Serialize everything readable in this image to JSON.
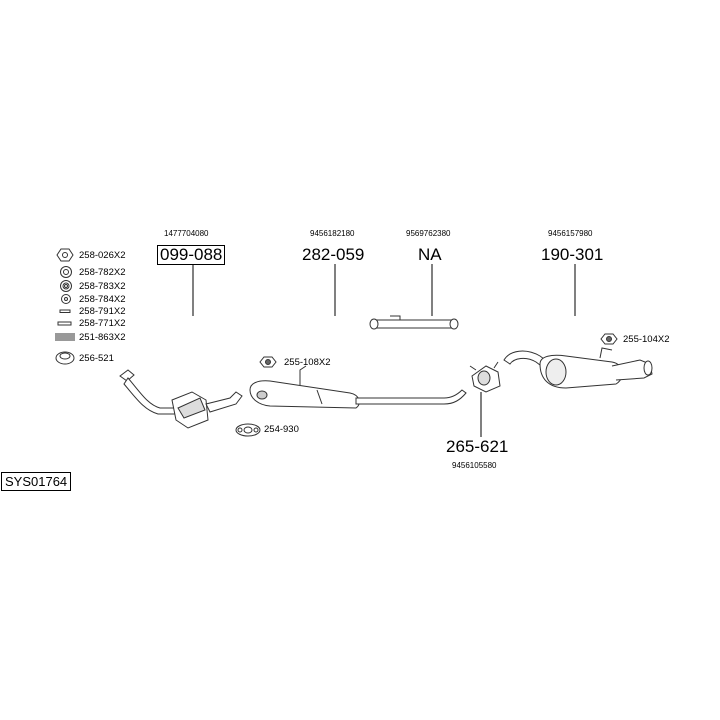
{
  "diagram_id": "SYS01764",
  "parts": [
    {
      "number": "099-088",
      "oem": "1477704080",
      "boxed": true
    },
    {
      "number": "282-059",
      "oem": "9456182180",
      "boxed": false
    },
    {
      "number": "NA",
      "oem": "9569762380",
      "boxed": false
    },
    {
      "number": "190-301",
      "oem": "9456157980",
      "boxed": false
    },
    {
      "number": "265-621",
      "oem": "9456105580",
      "boxed": false
    }
  ],
  "legend": [
    {
      "code": "258-026X2",
      "icon": "nut-icon"
    },
    {
      "code": "258-782X2",
      "icon": "spring-washer-icon"
    },
    {
      "code": "258-783X2",
      "icon": "spring-washer-icon"
    },
    {
      "code": "258-784X2",
      "icon": "washer-icon"
    },
    {
      "code": "258-791X2",
      "icon": "bolt-icon"
    },
    {
      "code": "258-771X2",
      "icon": "bolt-icon"
    },
    {
      "code": "251-863X2",
      "icon": "spring-icon"
    },
    {
      "code": "256-521",
      "icon": "gasket-ring-icon"
    }
  ],
  "accessories": [
    {
      "code": "255-108X2",
      "icon": "rubber-mount-icon"
    },
    {
      "code": "254-930",
      "icon": "flange-gasket-icon"
    },
    {
      "code": "255-104X2",
      "icon": "rubber-mount-icon"
    }
  ],
  "colors": {
    "line": "#000000",
    "part_fill": "#ffffff",
    "part_stroke": "#333333"
  }
}
